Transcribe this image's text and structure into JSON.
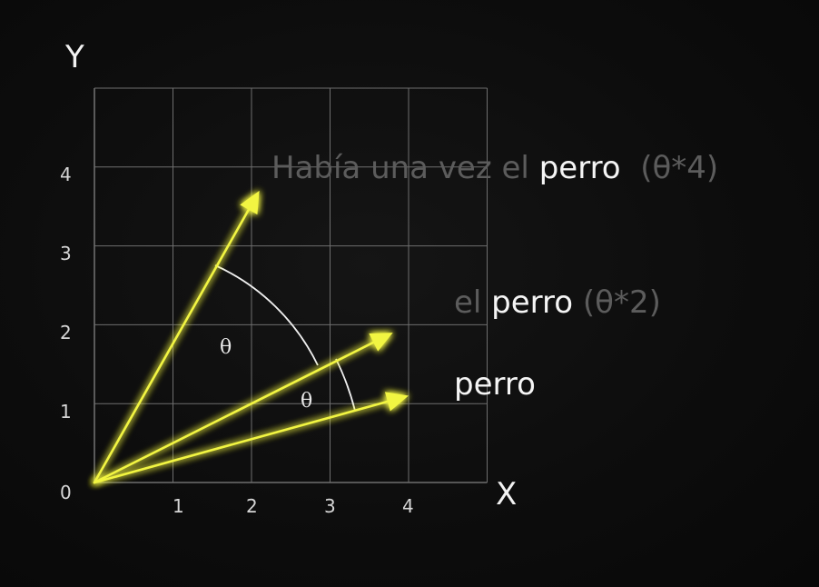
{
  "diagram": {
    "axis_titles": {
      "x": "X",
      "y": "Y"
    },
    "x_ticks": [
      "0",
      "1",
      "2",
      "3",
      "4"
    ],
    "y_ticks": [
      "1",
      "2",
      "3",
      "4"
    ],
    "angle_symbol": "θ",
    "vectors": [
      {
        "id": "perro",
        "x": 4.0,
        "y": 1.1
      },
      {
        "id": "el-perro",
        "x": 3.8,
        "y": 1.9
      },
      {
        "id": "habia-una-vez",
        "x": 2.1,
        "y": 3.7
      }
    ],
    "labels": {
      "perro": {
        "word": "perro"
      },
      "el_perro": {
        "prefix": "el ",
        "word": "perro",
        "suffix": " (θ*2)"
      },
      "habia": {
        "prefix": "Había una vez el ",
        "word": "perro",
        "suffix": "  (θ*4)"
      }
    },
    "colors": {
      "vector": "#f2f542",
      "vector_glow": "#d9e000",
      "grid": "#6e6e6e",
      "label_dim": "#5c5c5c",
      "label_bright": "#f5f5f5"
    }
  }
}
